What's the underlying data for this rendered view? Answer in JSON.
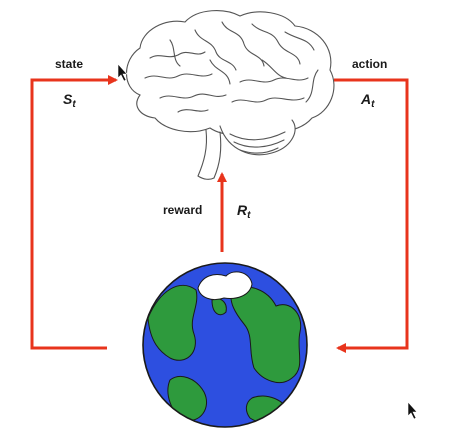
{
  "labels": {
    "state": "state",
    "state_sym": "S",
    "state_sub": "t",
    "action": "action",
    "action_sym": "A",
    "action_sub": "t",
    "reward": "reward",
    "reward_sym": "R",
    "reward_sub": "t"
  },
  "icons": {
    "agent": "brain-icon",
    "environment": "globe-icon",
    "cursor": "mouse-pointer-icon"
  },
  "colors": {
    "arrow": "#e8341c",
    "ocean": "#2d4fe0",
    "land": "#2e9a3d",
    "ice": "#ffffff",
    "outline": "#1a1a1a",
    "brain_stroke": "#555555"
  }
}
